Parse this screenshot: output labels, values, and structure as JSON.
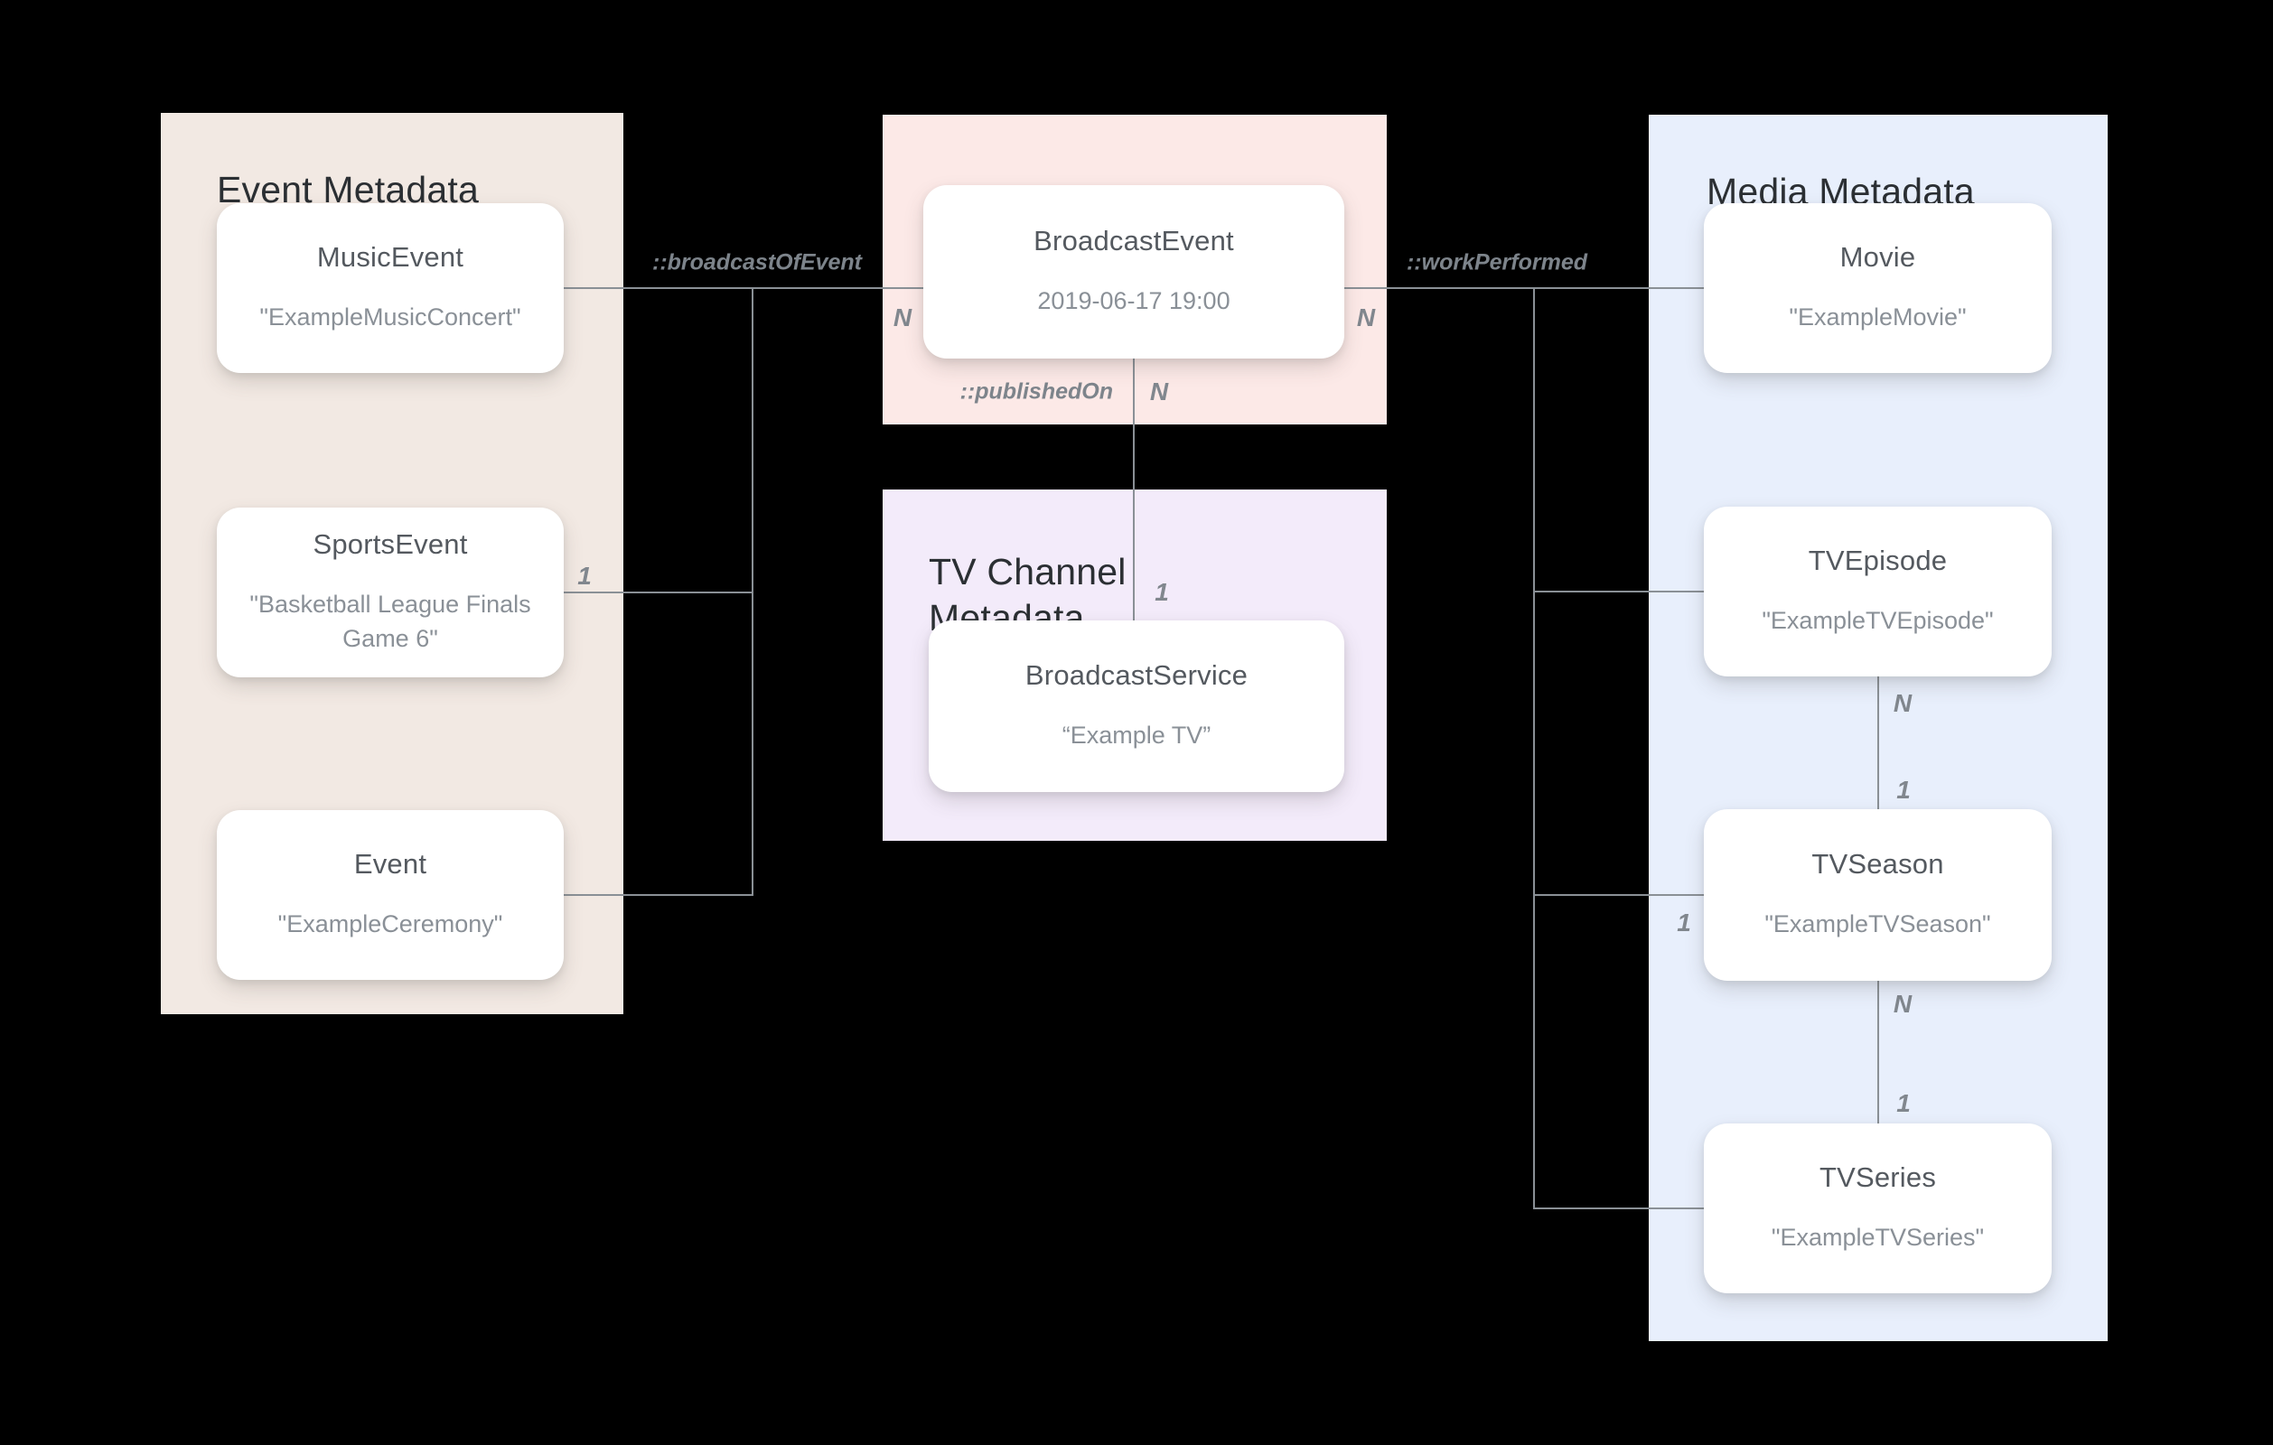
{
  "colors": {
    "background": "#000000",
    "event_panel_bg": "#f2e9e3",
    "broadcast_panel_bg": "#fce9e7",
    "tv_channel_panel_bg": "#f3ebfa",
    "media_panel_bg": "#e8effc",
    "card_bg": "#ffffff",
    "panel_title_text": "#2b2f33",
    "card_title_text": "#54595f",
    "card_subtitle_text": "#8a9097",
    "connector_line": "#8a9096",
    "edge_label_text": "#7d848b"
  },
  "panels": {
    "event": {
      "title": "Event Metadata",
      "cards": [
        {
          "title": "MusicEvent",
          "subtitle": "\"ExampleMusicConcert\""
        },
        {
          "title": "SportsEvent",
          "subtitle": "\"Basketball League Finals Game 6\""
        },
        {
          "title": "Event",
          "subtitle": "\"ExampleCeremony\""
        }
      ]
    },
    "broadcast": {
      "cards": [
        {
          "title": "BroadcastEvent",
          "subtitle": "2019-06-17 19:00"
        }
      ]
    },
    "tv_channel": {
      "title": "TV Channel Metadata",
      "cards": [
        {
          "title": "BroadcastService",
          "subtitle": "“Example TV”"
        }
      ]
    },
    "media": {
      "title": "Media Metadata",
      "cards": [
        {
          "title": "Movie",
          "subtitle": "\"ExampleMovie\""
        },
        {
          "title": "TVEpisode",
          "subtitle": "\"ExampleTVEpisode\""
        },
        {
          "title": "TVSeason",
          "subtitle": "\"ExampleTVSeason\""
        },
        {
          "title": "TVSeries",
          "subtitle": "\"ExampleTVSeries\""
        }
      ]
    }
  },
  "edges": {
    "broadcast_of_event": {
      "label": "::broadcastOfEvent"
    },
    "work_performed": {
      "label": "::workPerformed"
    },
    "published_on": {
      "label": "::publishedOn"
    },
    "cardinalities": {
      "broadcast_of_event_n": "N",
      "work_performed_n": "N",
      "published_on_n": "N",
      "sports_event_1": "1",
      "broadcast_service_1": "1",
      "tv_season_1": "1",
      "episode_season_n": "N",
      "episode_season_1": "1",
      "season_series_n": "N",
      "season_series_1": "1"
    }
  }
}
